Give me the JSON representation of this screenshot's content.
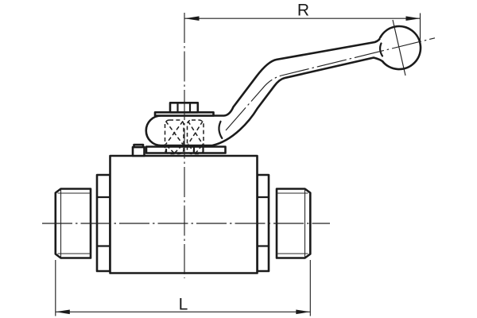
{
  "drawing": {
    "type": "technical-drawing",
    "view": "ball-valve side elevation with lever handle",
    "labels": {
      "radius_dimension": "R",
      "length_dimension": "L"
    },
    "colors": {
      "line": "#1b1b1b",
      "background": "#ffffff"
    }
  }
}
